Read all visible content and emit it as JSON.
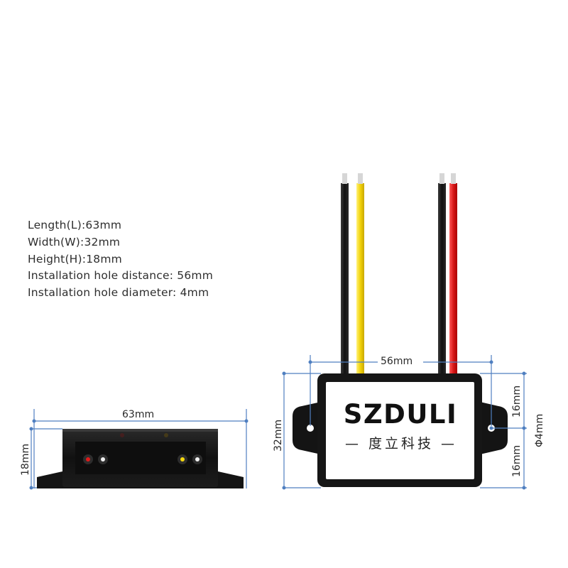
{
  "specs": [
    "Length(L):63mm",
    "Width(W):32mm",
    "Height(H):18mm",
    "Installation hole distance:  56mm",
    "Installation hole diameter:  4mm"
  ],
  "dimensions": {
    "side_length": "63mm",
    "side_height": "18mm",
    "hole_distance": "56mm",
    "width": "32mm",
    "half_width_top": "16mm",
    "half_width_bottom": "16mm",
    "hole_diameter": "Φ4mm"
  },
  "label": {
    "brand": "SZDULI",
    "subtitle": "— 度立科技 —"
  },
  "colors": {
    "dimension_line": "#4f7fc0",
    "body": "#1a1a1a",
    "wire_black": "#1c1c1c",
    "wire_yellow": "#f2d20a",
    "wire_red": "#d81818",
    "label_bg": "#ffffff"
  }
}
